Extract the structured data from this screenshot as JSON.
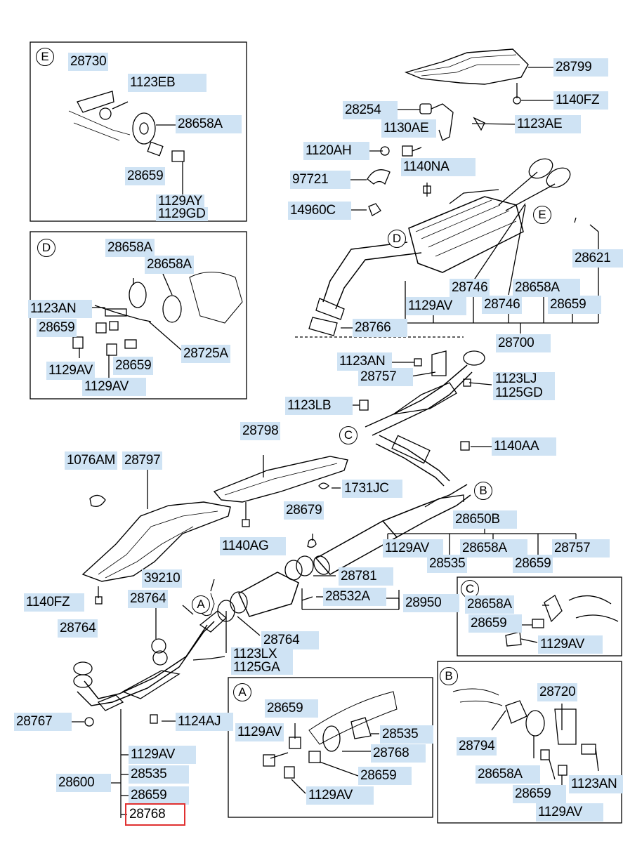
{
  "sections": {
    "E": "E",
    "D": "D",
    "C": "C",
    "B": "B",
    "A": "A"
  },
  "parts": {
    "p28730": "28730",
    "p1123EB": "1123EB",
    "p28658A_E": "28658A",
    "p28659_E": "28659",
    "p1129AY": "1129AY",
    "p1129GD": "1129GD",
    "p28658A_D1": "28658A",
    "p28658A_D2": "28658A",
    "p1123AN_D": "1123AN",
    "p28659_D1": "28659",
    "p28725A": "28725A",
    "p1129AV_D1": "1129AV",
    "p28659_D2": "28659",
    "p1129AV_D2": "1129AV",
    "p28799": "28799",
    "p1140FZ_top": "1140FZ",
    "p28254": "28254",
    "p1130AE": "1130AE",
    "p1123AE": "1123AE",
    "p1120AH": "1120AH",
    "p1140NA": "1140NA",
    "p97721": "97721",
    "p14960C": "14960C",
    "p28621": "28621",
    "p28746_a": "28746",
    "p28658A_m": "28658A",
    "p1129AV_m": "1129AV",
    "p28746_b": "28746",
    "p28659_m": "28659",
    "p28766_m": "28766",
    "p28700": "28700",
    "p1123AN_c": "1123AN",
    "p28757_c": "28757",
    "p1123LJ": "1123LJ",
    "p1125GD": "1125GD",
    "p1123LB": "1123LB",
    "p1140AA": "1140AA",
    "p28798": "28798",
    "p1076AM": "1076AM",
    "p28797": "28797",
    "p1731JC": "1731JC",
    "p28679": "28679",
    "p28650B": "28650B",
    "p1140AG": "1140AG",
    "p1129AV_r": "1129AV",
    "p28658A_r": "28658A",
    "p28757_r": "28757",
    "p28535_r": "28535",
    "p28659_r": "28659",
    "p39210": "39210",
    "p28781": "28781",
    "p1140FZ_l": "1140FZ",
    "p28764_a": "28764",
    "p28532A": "28532A",
    "p28950": "28950",
    "p28764_b": "28764",
    "p28764_c": "28764",
    "p1123LX": "1123LX",
    "p1125GA": "1125GA",
    "p28767": "28767",
    "p1124AJ": "1124AJ",
    "p1129AV_l": "1129AV",
    "p28600": "28600",
    "p28535_l": "28535",
    "p28659_l": "28659",
    "p28768_l": "28768",
    "p28658A_C": "28658A",
    "p28659_C": "28659",
    "p1129AV_C": "1129AV",
    "p28659_A1": "28659",
    "p1129AV_A1": "1129AV",
    "p28535_A": "28535",
    "p28768_A": "28768",
    "p28659_A2": "28659",
    "p1129AV_A2": "1129AV",
    "p28720": "28720",
    "p28794": "28794",
    "p28658A_B": "28658A",
    "p1123AN_B": "1123AN",
    "p28659_B": "28659",
    "p1129AV_B": "1129AV"
  },
  "highlighted": "28768",
  "colors": {
    "label_bg": "#cfe3f4",
    "highlight": "#e03030",
    "line": "#000000"
  }
}
